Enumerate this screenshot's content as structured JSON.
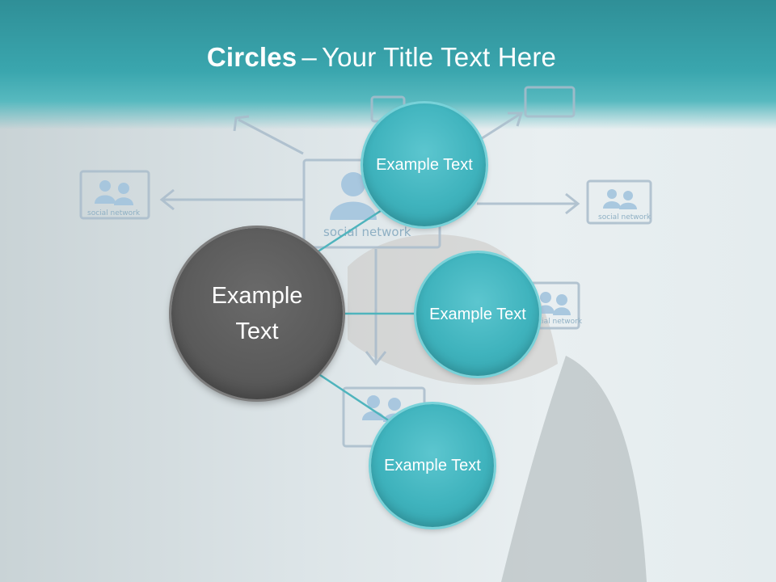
{
  "title": {
    "bold": "Circles",
    "dash": "–",
    "rest": "Your Title Text Here"
  },
  "background": {
    "network_label": "social network"
  },
  "diagram": {
    "center": {
      "label": "Example Text"
    },
    "nodes": [
      {
        "label": "Example Text"
      },
      {
        "label": "Example Text"
      },
      {
        "label": "Example Text"
      }
    ]
  },
  "colors": {
    "header": "#3aa6ae",
    "node_teal": "#42b4be",
    "center_gray": "#5a5a5a",
    "connector": "#4fb4bd"
  }
}
